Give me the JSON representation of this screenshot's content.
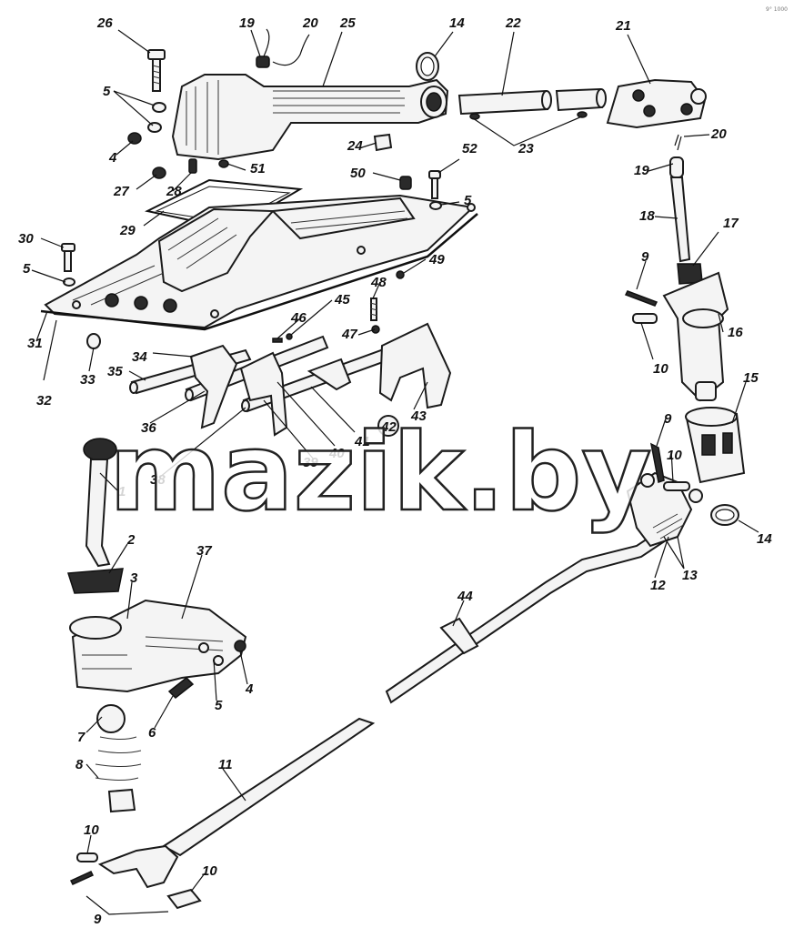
{
  "diagram": {
    "watermark": "mazik.by",
    "corner_mark": "9° 1000",
    "labels": [
      {
        "id": "26",
        "text": "26"
      },
      {
        "id": "19a",
        "text": "19"
      },
      {
        "id": "20a",
        "text": "20"
      },
      {
        "id": "25",
        "text": "25"
      },
      {
        "id": "14a",
        "text": "14"
      },
      {
        "id": "22",
        "text": "22"
      },
      {
        "id": "21",
        "text": "21"
      },
      {
        "id": "5a",
        "text": "5"
      },
      {
        "id": "4a",
        "text": "4"
      },
      {
        "id": "24",
        "text": "24"
      },
      {
        "id": "52",
        "text": "52"
      },
      {
        "id": "23",
        "text": "23"
      },
      {
        "id": "20b",
        "text": "20"
      },
      {
        "id": "19b",
        "text": "19"
      },
      {
        "id": "27",
        "text": "27"
      },
      {
        "id": "28",
        "text": "28"
      },
      {
        "id": "51",
        "text": "51"
      },
      {
        "id": "50",
        "text": "50"
      },
      {
        "id": "5b",
        "text": "5"
      },
      {
        "id": "29",
        "text": "29"
      },
      {
        "id": "18",
        "text": "18"
      },
      {
        "id": "17",
        "text": "17"
      },
      {
        "id": "30",
        "text": "30"
      },
      {
        "id": "49",
        "text": "49"
      },
      {
        "id": "9a",
        "text": "9"
      },
      {
        "id": "5c",
        "text": "5"
      },
      {
        "id": "48",
        "text": "48"
      },
      {
        "id": "45",
        "text": "45"
      },
      {
        "id": "46",
        "text": "46"
      },
      {
        "id": "16",
        "text": "16"
      },
      {
        "id": "31",
        "text": "31"
      },
      {
        "id": "47",
        "text": "47"
      },
      {
        "id": "34",
        "text": "34"
      },
      {
        "id": "10a",
        "text": "10"
      },
      {
        "id": "35",
        "text": "35"
      },
      {
        "id": "33",
        "text": "33"
      },
      {
        "id": "32",
        "text": "32"
      },
      {
        "id": "15",
        "text": "15"
      },
      {
        "id": "36",
        "text": "36"
      },
      {
        "id": "43",
        "text": "43"
      },
      {
        "id": "42",
        "text": "42"
      },
      {
        "id": "41",
        "text": "41"
      },
      {
        "id": "40",
        "text": "40"
      },
      {
        "id": "39",
        "text": "39"
      },
      {
        "id": "38",
        "text": "38"
      },
      {
        "id": "9b",
        "text": "9"
      },
      {
        "id": "10b",
        "text": "10"
      },
      {
        "id": "1",
        "text": "1"
      },
      {
        "id": "14b",
        "text": "14"
      },
      {
        "id": "13",
        "text": "13"
      },
      {
        "id": "12",
        "text": "12"
      },
      {
        "id": "2",
        "text": "2"
      },
      {
        "id": "37",
        "text": "37"
      },
      {
        "id": "44",
        "text": "44"
      },
      {
        "id": "3",
        "text": "3"
      },
      {
        "id": "5d",
        "text": "5"
      },
      {
        "id": "4b",
        "text": "4"
      },
      {
        "id": "6",
        "text": "6"
      },
      {
        "id": "7",
        "text": "7"
      },
      {
        "id": "11",
        "text": "11"
      },
      {
        "id": "8",
        "text": "8"
      },
      {
        "id": "10c",
        "text": "10"
      },
      {
        "id": "10d",
        "text": "10"
      },
      {
        "id": "9c",
        "text": "9"
      }
    ]
  }
}
